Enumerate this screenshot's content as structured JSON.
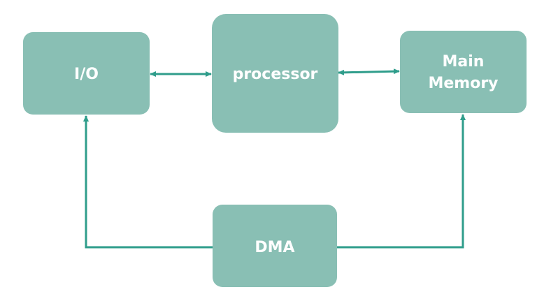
{
  "colors": {
    "node_fill": "#89bfb4",
    "connector": "#2f9d8b",
    "label": "#ffffff",
    "background": "#ffffff"
  },
  "nodes": {
    "io": {
      "label": "I/O"
    },
    "processor": {
      "label": "processor"
    },
    "main_memory": {
      "label_line1": "Main",
      "label_line2": "Memory"
    },
    "dma": {
      "label": "DMA"
    }
  },
  "connections": [
    {
      "from": "io",
      "to": "processor",
      "direction": "bidirectional"
    },
    {
      "from": "processor",
      "to": "main_memory",
      "direction": "bidirectional"
    },
    {
      "from": "dma",
      "to": "io",
      "direction": "to"
    },
    {
      "from": "dma",
      "to": "main_memory",
      "direction": "to"
    }
  ]
}
